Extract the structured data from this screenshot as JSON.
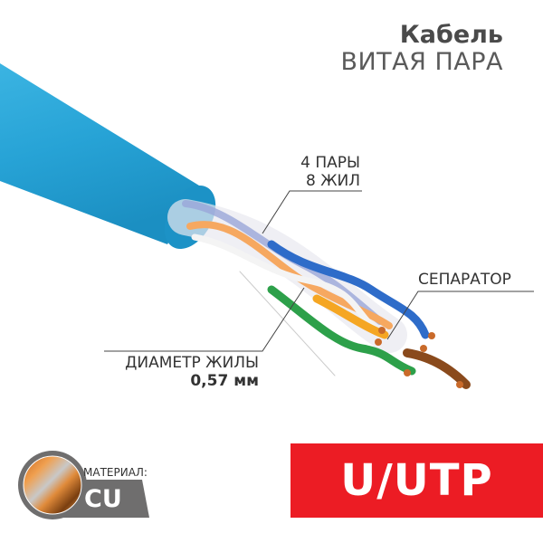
{
  "header": {
    "title": "Кабель",
    "subtitle": "ВИТАЯ ПАРА"
  },
  "callouts": {
    "pairs_line1": "4 ПАРЫ",
    "pairs_line2": "8 ЖИЛ",
    "separator": "СЕПАРАТОР",
    "diameter_label": "ДИАМЕТР ЖИЛЫ",
    "diameter_value": "0,57 мм"
  },
  "material": {
    "label": "МАТЕРИАЛ:",
    "value": "CU"
  },
  "shielding": {
    "label": "U/UTP"
  },
  "colors": {
    "jacket": "#2aa6d8",
    "badge_red": "#ec1c24",
    "badge_gray": "#6f6e6e",
    "copper": "#d9782a"
  }
}
